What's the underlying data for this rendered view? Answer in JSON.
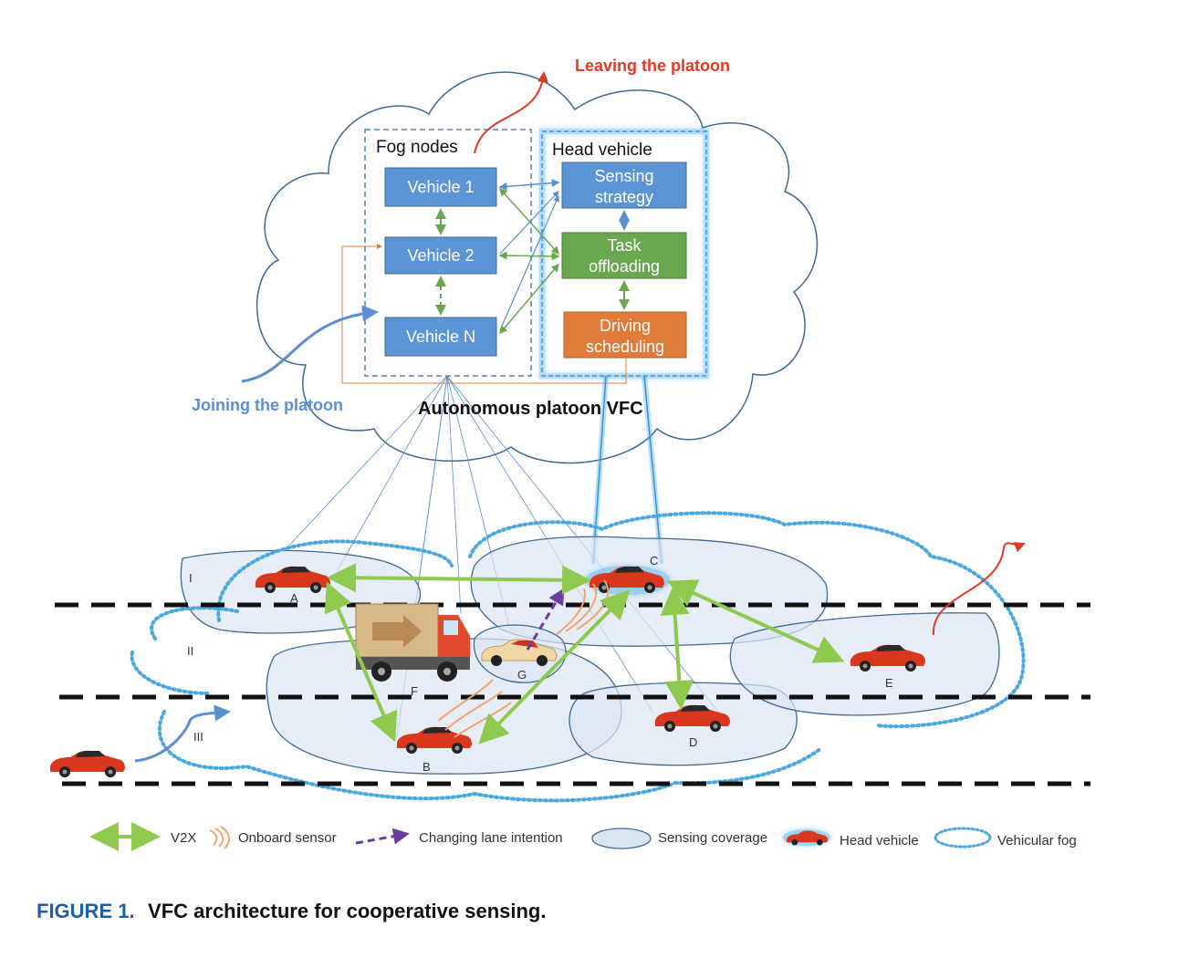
{
  "diagram": {
    "cloud": {
      "title": "Autonomous platoon VFC",
      "leaving_label": "Leaving the platoon",
      "joining_label": "Joining the platoon",
      "fog_nodes": {
        "label": "Fog nodes",
        "items": [
          "Vehicle 1",
          "Vehicle 2",
          "Vehicle N"
        ]
      },
      "head_vehicle": {
        "label": "Head vehicle",
        "items": [
          {
            "line1": "Sensing",
            "line2": "strategy",
            "color": "#5b95d5"
          },
          {
            "line1": "Task",
            "line2": "offloading",
            "color": "#6aa84f"
          },
          {
            "line1": "Driving",
            "line2": "scheduling",
            "color": "#e07b39"
          }
        ]
      }
    },
    "road": {
      "vehicle_labels": [
        "A",
        "B",
        "C",
        "D",
        "E",
        "F",
        "G"
      ],
      "fog_labels": [
        "I",
        "II",
        "III"
      ]
    },
    "legend": {
      "v2x": "V2X",
      "onboard_sensor": "Onboard sensor",
      "lane_change": "Changing lane intention",
      "sensing_coverage": "Sensing coverage",
      "head_vehicle": "Head vehicle",
      "vehicular_fog": "Vehicular fog"
    },
    "colors": {
      "box_blue": "#5b95d5",
      "box_green": "#6aa84f",
      "box_orange": "#e07b39",
      "v2x_green": "#8fc94f",
      "fog_dotted": "#4aa8e0",
      "coverage_fill": "#dbe6f3",
      "highlight": "#5fb6ee"
    }
  },
  "caption": {
    "number": "FIGURE 1.",
    "text": "VFC architecture for cooperative sensing."
  }
}
